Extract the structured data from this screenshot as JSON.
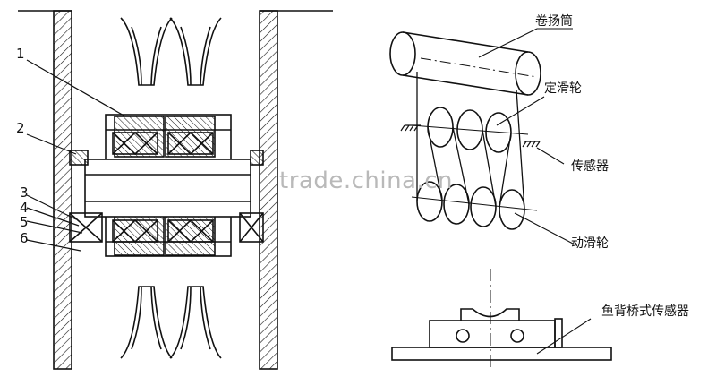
{
  "left_diagram": {
    "callouts": [
      "1",
      "2",
      "3",
      "4",
      "5",
      "6"
    ]
  },
  "right_diagram": {
    "labels": {
      "drum": "卷扬筒",
      "fixed_pulley": "定滑轮",
      "sensor": "传感器",
      "moving_pulley": "动滑轮",
      "fishback_sensor": "鱼背桥式传感器"
    }
  },
  "watermark": "trade.china.cn",
  "colors": {
    "line": "#111111",
    "hatch": "#111111",
    "watermark": "#b9b9b9"
  }
}
